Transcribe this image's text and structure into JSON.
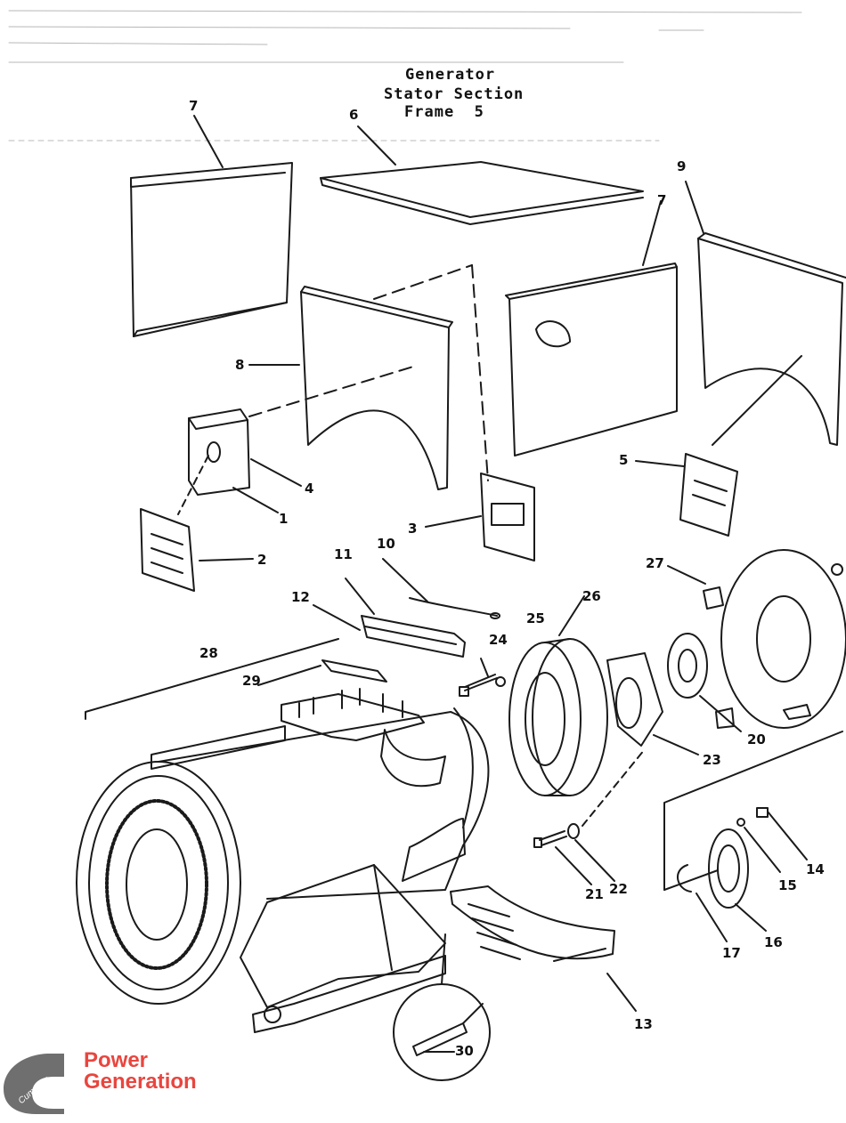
{
  "title": {
    "line1": "Generator",
    "line2": "Stator Section",
    "line3": "Frame  5"
  },
  "callouts": [
    "7",
    "6",
    "7",
    "9",
    "8",
    "4",
    "1",
    "2",
    "3",
    "5",
    "11",
    "10",
    "12",
    "25",
    "26",
    "24",
    "27",
    "28",
    "29",
    "23",
    "20",
    "22",
    "21",
    "14",
    "15",
    "16",
    "17",
    "13",
    "30"
  ],
  "logo": {
    "brand_word": "Cummins",
    "line1": "Power",
    "line2": "Generation",
    "text_color": "#e8463f",
    "mark_color": "#6f6f6f",
    "icon": "cummins-c-logo-icon"
  }
}
